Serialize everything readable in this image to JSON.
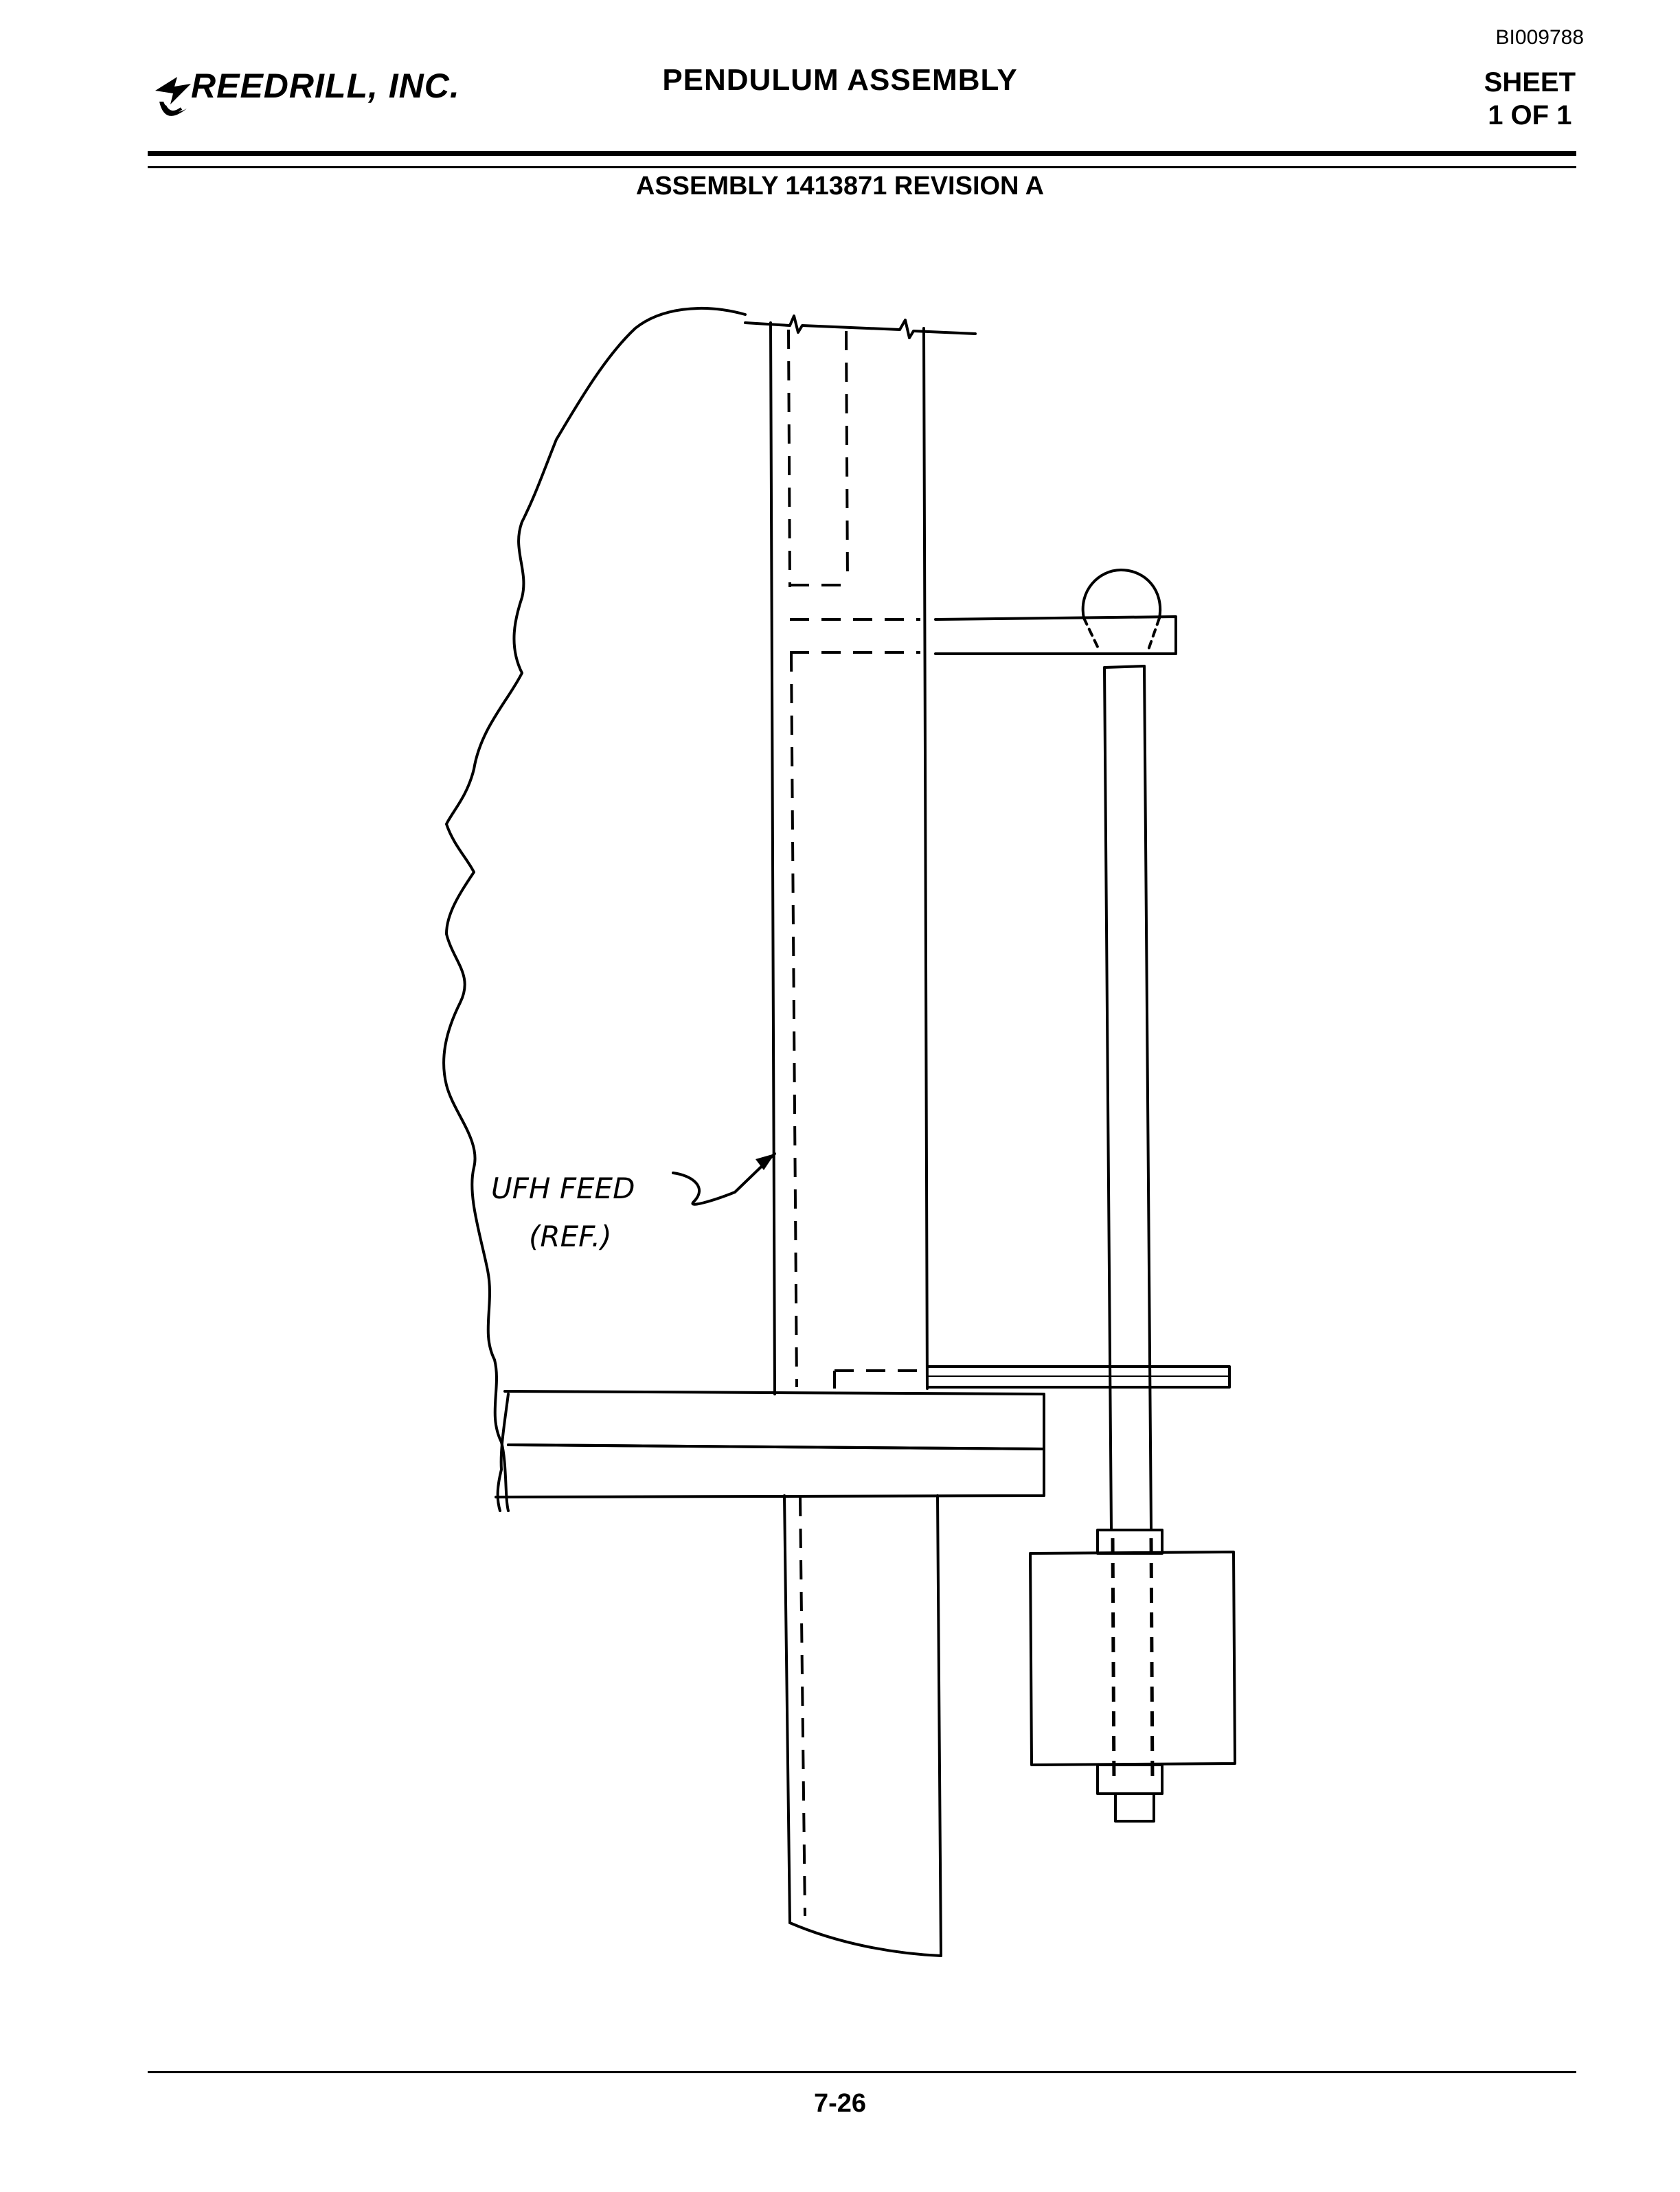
{
  "header": {
    "doc_id": "BI009788",
    "company": "REEDRILL, INC.",
    "title": "PENDULUM ASSEMBLY",
    "sheet_label": "SHEET",
    "sheet_count": "1 OF 1"
  },
  "subtitle": "ASSEMBLY 1413871 REVISION A",
  "drawing": {
    "annotation_line1": "UFH FEED",
    "annotation_line2": "(REF.)"
  },
  "footer": {
    "page_number": "7-26"
  },
  "colors": {
    "ink": "#000000",
    "paper": "#ffffff"
  },
  "icons": [
    "reedrill-logo-icon"
  ]
}
